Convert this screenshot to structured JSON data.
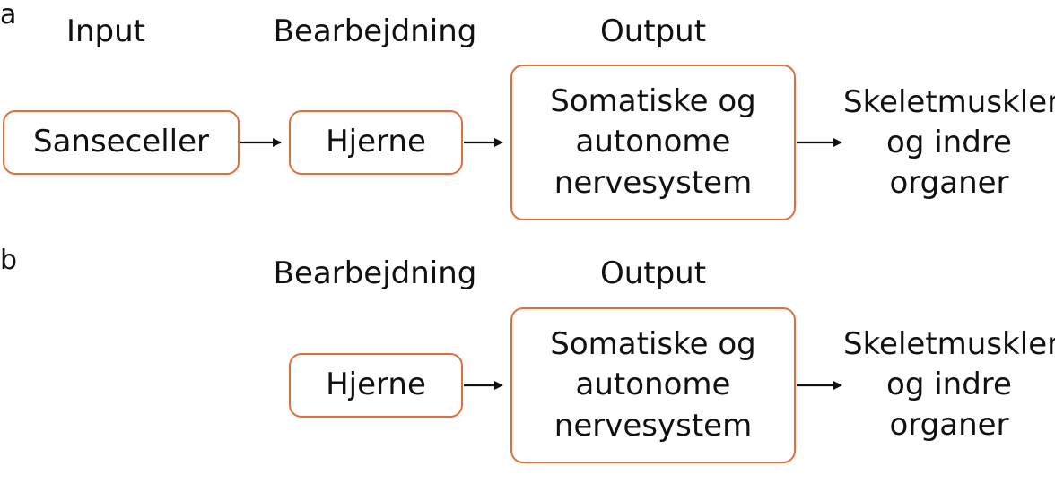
{
  "colors": {
    "box_border": "#e0703a",
    "text": "#111111",
    "arrow": "#111111"
  },
  "panel_a": {
    "letter": "a",
    "headers": {
      "input": "Input",
      "processing": "Bearbejdning",
      "output": "Output"
    },
    "boxes": {
      "sensory": "Sanseceller",
      "brain": "Hjerne",
      "nervous_system": [
        "Somatiske og",
        "autonome",
        "nervesystem"
      ]
    },
    "target": [
      "Skeletmuskler",
      "og indre",
      "organer"
    ]
  },
  "panel_b": {
    "letter": "b",
    "headers": {
      "processing": "Bearbejdning",
      "output": "Output"
    },
    "boxes": {
      "brain": "Hjerne",
      "nervous_system": [
        "Somatiske og",
        "autonome",
        "nervesystem"
      ]
    },
    "target": [
      "Skeletmuskler",
      "og indre",
      "organer"
    ]
  }
}
